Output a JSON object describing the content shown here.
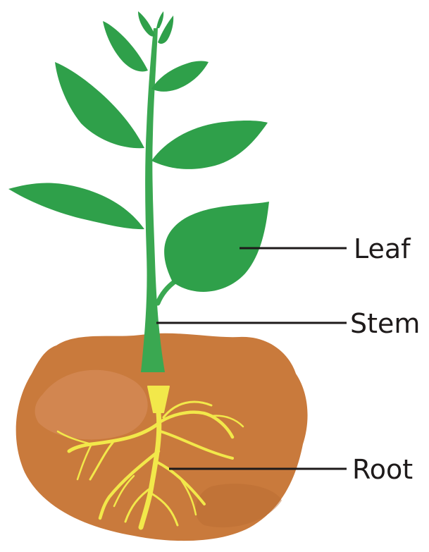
{
  "diagram": {
    "parts": [
      {
        "id": "leaf",
        "label": "Leaf"
      },
      {
        "id": "stem",
        "label": "Stem"
      },
      {
        "id": "root",
        "label": "Root"
      }
    ]
  },
  "colors": {
    "leaf": "#2fa04a",
    "stem": "#3aa851",
    "soil": "#c97a3c",
    "soil_light": "#d99060",
    "root": "#f2e84a",
    "text": "#1e1a1a"
  }
}
